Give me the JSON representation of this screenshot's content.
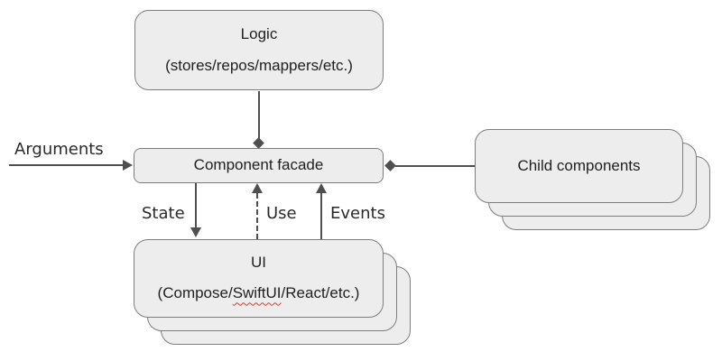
{
  "diagram": {
    "colors": {
      "background": "#ffffff",
      "box_fill": "#ededed",
      "box_border": "#7d7d7d",
      "line": "#4f4f4f",
      "text": "#1f1f1f",
      "squiggle": "#d23f31"
    },
    "nodes": {
      "logic": {
        "title": "Logic",
        "subtitle": "(stores/repos/mappers/etc.)"
      },
      "facade": {
        "label": "Component facade"
      },
      "ui": {
        "title": "UI",
        "subtitle_prefix": "(Compose/",
        "subtitle_misspelled": "SwiftUI",
        "subtitle_suffix": "/React/etc.)"
      },
      "children": {
        "label": "Child components"
      }
    },
    "edges": {
      "arguments": {
        "label": "Arguments"
      },
      "state": {
        "label": "State"
      },
      "use": {
        "label": "Use"
      },
      "events": {
        "label": "Events"
      }
    }
  }
}
